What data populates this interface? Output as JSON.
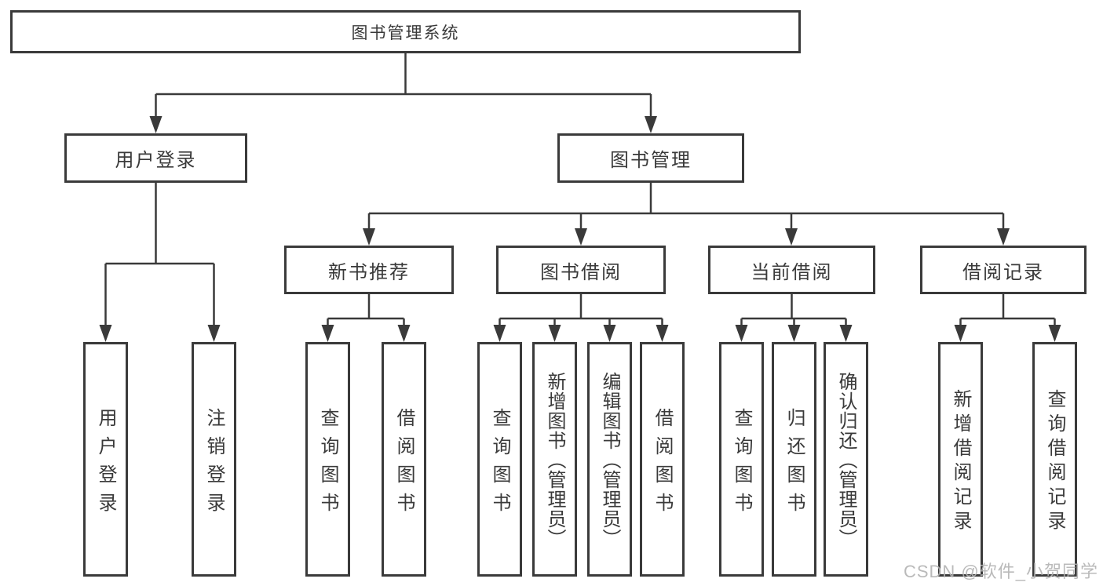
{
  "nodes": {
    "root": "图书管理系统",
    "level2": [
      "用户登录",
      "图书管理"
    ],
    "level3": [
      "新书推荐",
      "图书借阅",
      "当前借阅",
      "借阅记录"
    ],
    "leaves": [
      "用户登录",
      "注销登录",
      "查询图书",
      "借阅图书",
      "查询图书",
      "新增图书（管理员）",
      "编辑图书（管理员）",
      "借阅图书",
      "查询图书",
      "归还图书",
      "确认归还（管理员）",
      "新增借阅记录",
      "查询借阅记录"
    ]
  },
  "watermark": "CSDN @软件_小贺同学",
  "colors": {
    "line": "#3a3a3a",
    "text": "#3a3a3a",
    "watermark": "#b3b3b3",
    "background": "#ffffff"
  }
}
